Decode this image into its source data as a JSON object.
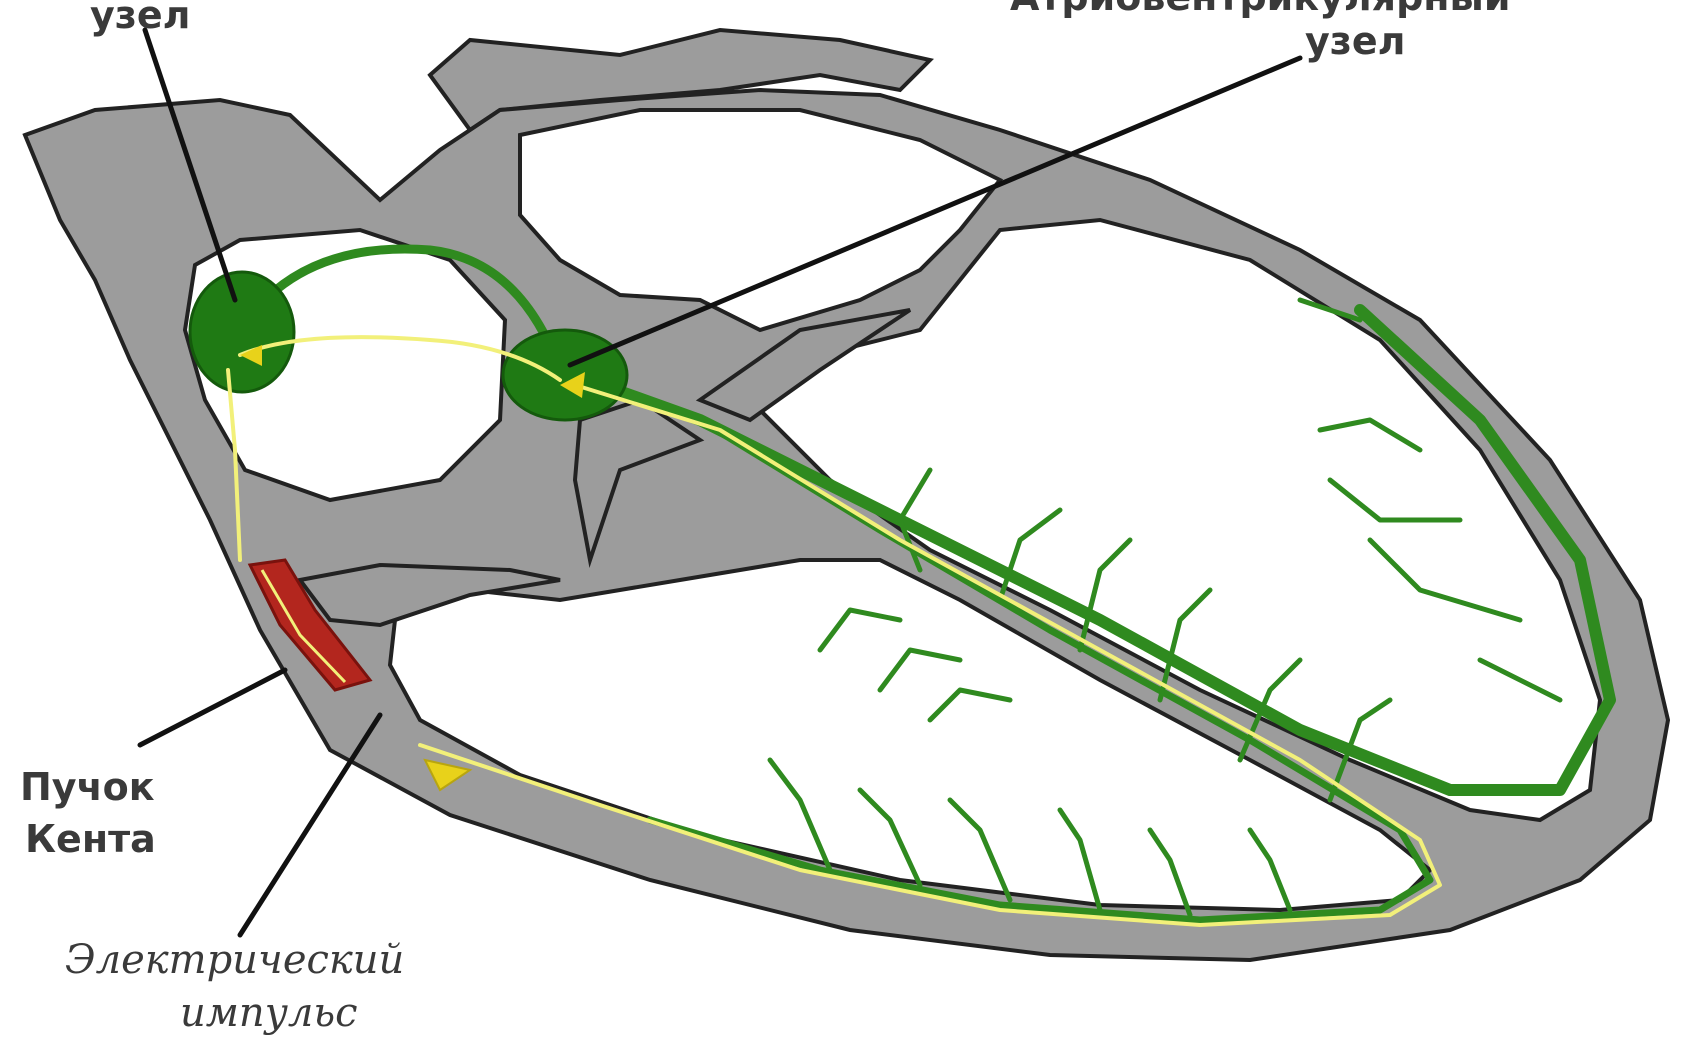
{
  "labels": {
    "sa_node": "узел",
    "av_node_line1": "Атриовентрикулярный",
    "av_node_line2": "узел",
    "kent_line1": "Пучок",
    "kent_line2": "Кента",
    "impulse_line1": "Электрический",
    "impulse_line2": "импульс"
  },
  "colors": {
    "wall": "#9c9c9c",
    "outline": "#222222",
    "conduction": "#2f8a1f",
    "node": "#1f7a14",
    "impulse_path": "#f2f07a",
    "kent_bundle": "#b3261e",
    "pointer": "#111111"
  }
}
